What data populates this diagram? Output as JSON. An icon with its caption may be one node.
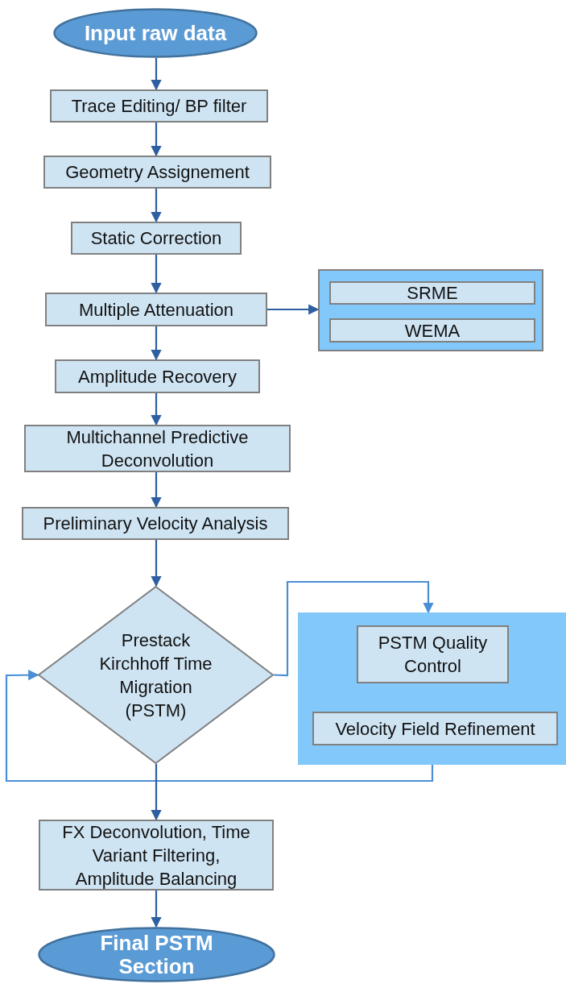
{
  "diagram": {
    "nodes": [
      {
        "text": [
          "Input raw data"
        ]
      },
      {
        "text": [
          "Trace Editing/ BP filter"
        ]
      },
      {
        "text": [
          "Geometry Assignement"
        ]
      },
      {
        "text": [
          "Static Correction"
        ]
      },
      {
        "text": [
          "Multiple Attenuation"
        ]
      },
      {
        "text": [],
        "shape": "box"
      },
      {
        "text": [
          "SRME"
        ],
        "in": 5
      },
      {
        "text": [
          "WEMA"
        ],
        "in": 5
      },
      {
        "text": [
          "Amplitude Recovery"
        ]
      },
      {
        "text": [
          "Multichannel Predictive Deconvolution"
        ]
      },
      {
        "text": [
          "Preliminary Velocity Analysis"
        ]
      },
      {
        "text": [
          "Prestack Kirchhoff Time Migration (PSTM)"
        ]
      },
      {
        "text": [],
        "shape": "box"
      },
      {
        "text": [
          "PSTM Quality Control"
        ],
        "in": 12
      },
      {
        "text": [
          "Velocity Field Refinement"
        ],
        "in": 12
      },
      {
        "text": [
          "FX Deconvolution, Time Variant Filtering, Amplitude Balancing"
        ]
      },
      {
        "text": [
          "Final PSTM Section"
        ]
      }
    ],
    "edges": [
      {
        "from": 0,
        "to": 1,
        "arrow": "to"
      },
      {
        "from": 1,
        "to": 2,
        "arrow": "to"
      },
      {
        "from": 2,
        "to": 3,
        "arrow": "to"
      },
      {
        "from": 3,
        "to": 4,
        "arrow": "to"
      },
      {
        "from": 4,
        "to": 5,
        "arrow": "to"
      },
      {
        "from": 4,
        "to": 8,
        "arrow": "to"
      },
      {
        "from": 8,
        "to": 9,
        "arrow": "to"
      },
      {
        "from": 9,
        "to": 10,
        "arrow": "to"
      },
      {
        "from": 10,
        "to": 11,
        "arrow": "to"
      },
      {
        "from": 11,
        "to": 12,
        "arrow": "to",
        "color": "#4a8fd6"
      },
      {
        "from": 12,
        "to": 11,
        "arrow": "to",
        "color": "#4a8fd6"
      },
      {
        "from": 11,
        "to": 15,
        "arrow": "to"
      },
      {
        "from": 15,
        "to": 16,
        "arrow": "to"
      }
    ]
  }
}
